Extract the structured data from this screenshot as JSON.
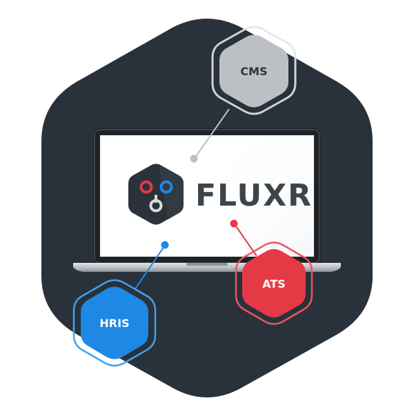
{
  "brand": {
    "name": "FLUXR",
    "logo_icon": "fluxr-hexagon-logo",
    "colors": {
      "text": "#3d454c",
      "logo_bg": "#2b3239",
      "logo_red": "#e63946",
      "logo_blue": "#1e88e5",
      "logo_white": "#d9dcdf"
    }
  },
  "background": {
    "hexagon_color": "#29323a"
  },
  "device": {
    "type": "laptop",
    "screen_color": "#ffffff",
    "frame_color": "#1f2328",
    "base_color": "#c9ccd0"
  },
  "nodes": [
    {
      "id": "cms",
      "label": "CMS",
      "fill": "#bcbfc3",
      "stroke": "#e3e5e7",
      "dot": "#bcbfc3",
      "text_color": "#2e353c"
    },
    {
      "id": "ats",
      "label": "ATS",
      "fill": "#e63946",
      "stroke": "#ec5560",
      "dot": "#e63946",
      "text_color": "#ffffff"
    },
    {
      "id": "hris",
      "label": "HRIS",
      "fill": "#1e88e5",
      "stroke": "#43a0f0",
      "dot": "#1e88e5",
      "text_color": "#ffffff"
    }
  ]
}
